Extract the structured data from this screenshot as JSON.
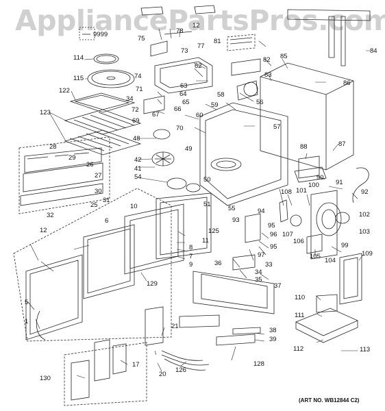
{
  "watermark": "AppliancePartsPros.com",
  "art_number": "(ART NO. WB12844 C2)",
  "callouts": {
    "c1": "1",
    "c5": "5",
    "c6": "6",
    "c7": "7",
    "c8": "8",
    "c9": "9",
    "c10": "10",
    "c11": "11",
    "c12": "12",
    "c12b": "12",
    "c17": "17",
    "c20": "20",
    "c21": "21",
    "c25": "25",
    "c26": "26",
    "c27": "27",
    "c28": "28",
    "c29": "29",
    "c30": "30",
    "c31": "31",
    "c32": "32",
    "c33": "33",
    "c34": "34",
    "c34b": "34",
    "c35": "35",
    "c36": "36",
    "c37": "37",
    "c38": "38",
    "c39": "39",
    "c41": "41",
    "c42": "42",
    "c48": "48",
    "c49": "49",
    "c50": "50",
    "c51": "51",
    "c54": "54",
    "c55": "55",
    "c56": "56",
    "c57": "57",
    "c58": "58",
    "c59": "59",
    "c60": "60",
    "c62": "62",
    "c63": "63",
    "c64": "64",
    "c65": "65",
    "c66": "66",
    "c67": "67",
    "c69": "69",
    "c70": "70",
    "c71": "71",
    "c72": "72",
    "c73": "73",
    "c74": "74",
    "c75": "75",
    "c77": "77",
    "c78": "78",
    "c81": "81",
    "c82": "82",
    "c83": "83",
    "c84": "84",
    "c85": "85",
    "c86": "86",
    "c87": "87",
    "c88": "88",
    "c90": "90",
    "c91": "91",
    "c92": "92",
    "c93": "93",
    "c94": "94",
    "c95": "95",
    "c95b": "95",
    "c96": "96",
    "c97": "97",
    "c99": "99",
    "c100": "100",
    "c101": "101",
    "c102": "102",
    "c103": "103",
    "c104": "104",
    "c105": "105",
    "c106": "106",
    "c107": "107",
    "c108": "108",
    "c109": "109",
    "c110": "110",
    "c111": "111",
    "c112": "112",
    "c113": "113",
    "c114": "114",
    "c115": "115",
    "c122": "122",
    "c123": "123",
    "c125": "125",
    "c126": "126",
    "c128": "128",
    "c129": "129",
    "c130": "130",
    "c9999": "9999"
  }
}
